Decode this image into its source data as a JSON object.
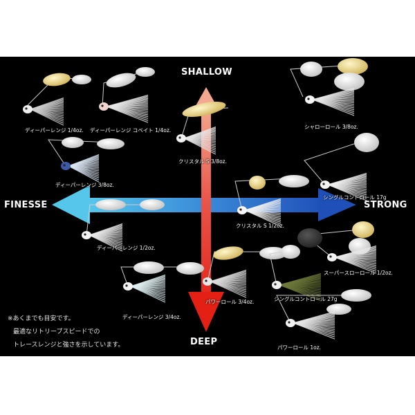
{
  "axes": {
    "top": "SHALLOW",
    "bottom": "DEEP",
    "left": "FINESSE",
    "right": "STRONG"
  },
  "products": [
    {
      "name": "ディーパーレンジ 1/4oz."
    },
    {
      "name": "ディーパーレンジ コベイト 1/4oz."
    },
    {
      "name": "シャローロール 3/8oz."
    },
    {
      "name": "クリスタル S 3/8oz."
    },
    {
      "name": "ディーパーレンジ 3/8oz."
    },
    {
      "name": "シングルコントロール 17g"
    },
    {
      "name": "クリスタル S 1/2oz."
    },
    {
      "name": "ディーパーレンジ 1/2oz."
    },
    {
      "name": "スーパースローロール 1/2oz."
    },
    {
      "name": "パワーロール 3/4oz."
    },
    {
      "name": "シングルコントロール 27g"
    },
    {
      "name": "ディーパーレンジ 3/4oz."
    },
    {
      "name": "パワーロール 1oz."
    }
  ],
  "note": {
    "line1": "※あくまでも目安です。",
    "line2": "最適なリトリーブスピードでの",
    "line3": "トレースレンジと強さを示しています。"
  },
  "colors": {
    "background": "#000000",
    "vertical_arrow_top": "#f3a98f",
    "vertical_arrow_bottom": "#e41f14",
    "horizontal_arrow_left": "#56c7ea",
    "horizontal_arrow_right": "#1f4fb8"
  }
}
